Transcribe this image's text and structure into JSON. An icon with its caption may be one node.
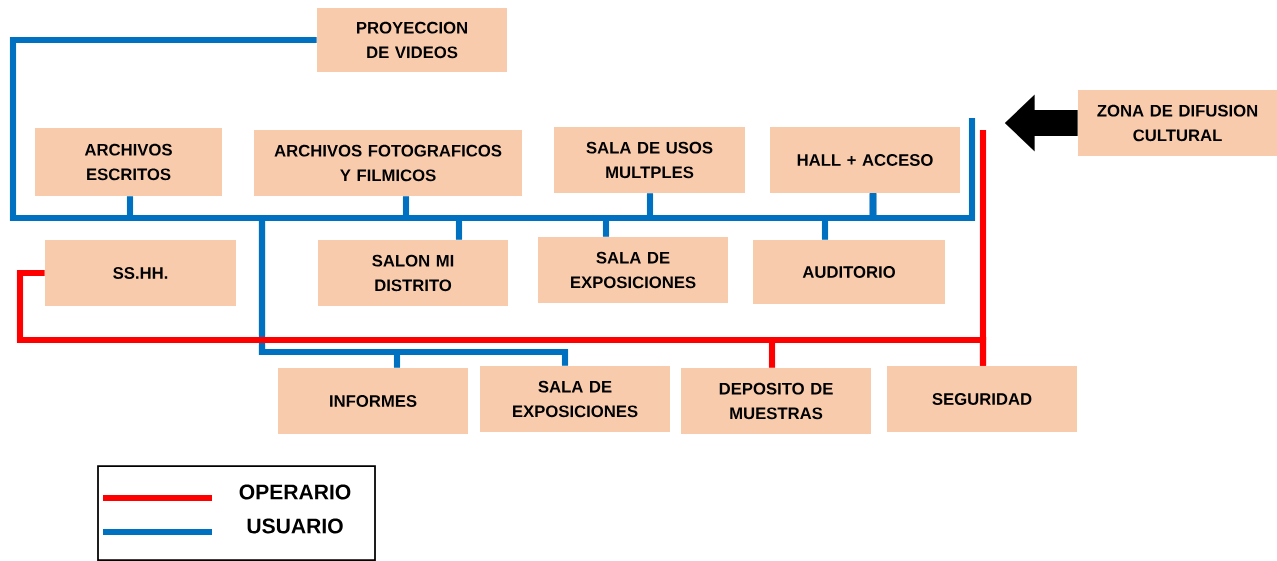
{
  "diagram": {
    "nodes": [
      {
        "text": [
          "PROYECCION DE VIDEOS"
        ]
      },
      {
        "text": [
          "ARCHIVOS ESCRITOS"
        ]
      },
      {
        "text": [
          "ARCHIVOS FOTOGRAFICOS Y FILMICOS"
        ]
      },
      {
        "text": [
          "SALA DE USOS MULTPLES"
        ]
      },
      {
        "text": [
          "HALL + ACCESO"
        ]
      },
      {
        "text": [
          "ZONA DE DIFUSION CULTURAL"
        ]
      },
      {
        "text": [
          "SS.HH."
        ]
      },
      {
        "text": [
          "SALON MI DISTRITO"
        ]
      },
      {
        "text": [
          "SALA DE EXPOSICIONES"
        ]
      },
      {
        "text": [
          "AUDITORIO"
        ]
      },
      {
        "text": [
          "INFORMES"
        ]
      },
      {
        "text": [
          "SALA DE EXPOSICIONES"
        ]
      },
      {
        "text": [
          "DEPOSITO DE MUESTRAS"
        ]
      },
      {
        "text": [
          "SEGURIDAD"
        ]
      }
    ],
    "edges": [
      {
        "from": 5,
        "to": null,
        "arrow": "to",
        "style": "thick",
        "color": "#000000"
      },
      {
        "from": 4,
        "to": 0,
        "arrow": "none"
      },
      {
        "from": 4,
        "to": 1,
        "arrow": "none"
      },
      {
        "from": 4,
        "to": 2,
        "arrow": "none"
      },
      {
        "from": 4,
        "to": 3,
        "arrow": "none"
      },
      {
        "from": 4,
        "to": 7,
        "arrow": "none"
      },
      {
        "from": 4,
        "to": 8,
        "arrow": "none"
      },
      {
        "from": 4,
        "to": 9,
        "arrow": "none"
      },
      {
        "from": 4,
        "to": 10,
        "arrow": "none"
      },
      {
        "from": 4,
        "to": 11,
        "arrow": "none"
      },
      {
        "from": 13,
        "to": 6,
        "arrow": "none",
        "color": "#ff0000"
      },
      {
        "from": 13,
        "to": 12,
        "arrow": "none",
        "color": "#ff0000"
      }
    ],
    "legend": [
      {
        "text": "OPERARIO"
      },
      {
        "text": "USUARIO"
      }
    ]
  }
}
